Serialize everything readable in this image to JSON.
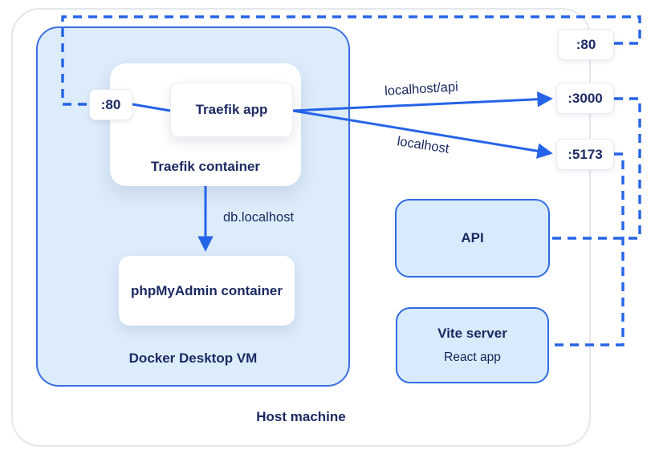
{
  "diagram": {
    "host": {
      "label": "Host machine"
    },
    "vm": {
      "label": "Docker Desktop VM"
    },
    "traefik_container": {
      "label": "Traefik container"
    },
    "traefik_app": {
      "label": "Traefik app"
    },
    "vm_port_80": {
      "label": ":80"
    },
    "phpmyadmin": {
      "label": "phpMyAdmin container"
    },
    "api": {
      "label": "API"
    },
    "vite": {
      "title": "Vite server",
      "subtitle": "React app"
    },
    "host_ports": [
      {
        "label": ":80"
      },
      {
        "label": ":3000"
      },
      {
        "label": ":5173"
      }
    ],
    "edges": [
      {
        "from": "Traefik app",
        "to": ":3000",
        "label": "localhost/api",
        "style": "solid-arrow"
      },
      {
        "from": "Traefik app",
        "to": ":5173",
        "label": "localhost",
        "style": "solid-arrow"
      },
      {
        "from": "Traefik container",
        "to": "phpMyAdmin container",
        "label": "db.localhost",
        "style": "solid-arrow"
      },
      {
        "from": ":80 vm",
        "to": ":80 host",
        "label": "",
        "style": "dashed"
      },
      {
        "from": ":3000",
        "to": "API",
        "label": "",
        "style": "dashed"
      },
      {
        "from": ":5173",
        "to": "Vite server",
        "label": "",
        "style": "dashed"
      }
    ],
    "colors": {
      "accent_blue": "#2563e8",
      "vm_fill": "#ddecfb",
      "vm_border": "#3b6fe0",
      "panel_fill": "#d9eafc",
      "panel_border": "#2f6ce2",
      "text_navy": "#1b2a63",
      "host_border": "#e4e7ec"
    }
  }
}
